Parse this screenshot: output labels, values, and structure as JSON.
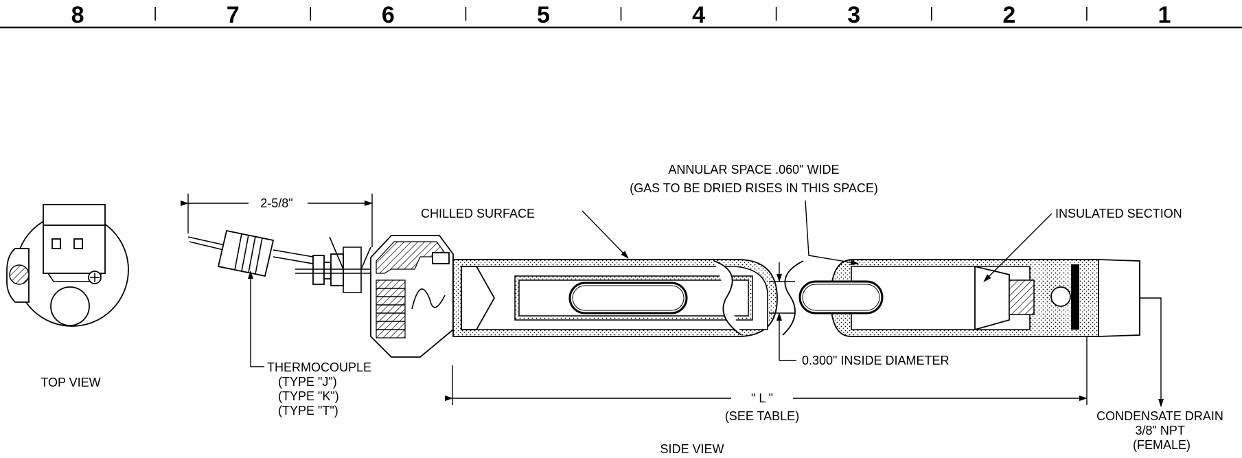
{
  "zones": [
    "8",
    "7",
    "6",
    "5",
    "4",
    "3",
    "2",
    "1"
  ],
  "labels": {
    "dim_2_5_8": "2-5/8\"",
    "chilled_surface": "CHILLED SURFACE",
    "annular_line1": "ANNULAR SPACE .060\" WIDE",
    "annular_line2": "(GAS TO BE DRIED RISES IN THIS SPACE)",
    "insulated_section": "INSULATED SECTION",
    "thermocouple_lines": [
      "THERMOCOUPLE",
      "(TYPE \"J\")",
      "(TYPE \"K\")",
      "(TYPE \"T\")"
    ],
    "inside_diameter": "0.300\" INSIDE DIAMETER",
    "length_l": "\" L \"",
    "see_table": "(SEE TABLE)",
    "top_view": "TOP VIEW",
    "side_view": "SIDE VIEW",
    "condensate_lines": [
      "CONDENSATE DRAIN",
      "3/8\" NPT",
      "(FEMALE)"
    ]
  }
}
